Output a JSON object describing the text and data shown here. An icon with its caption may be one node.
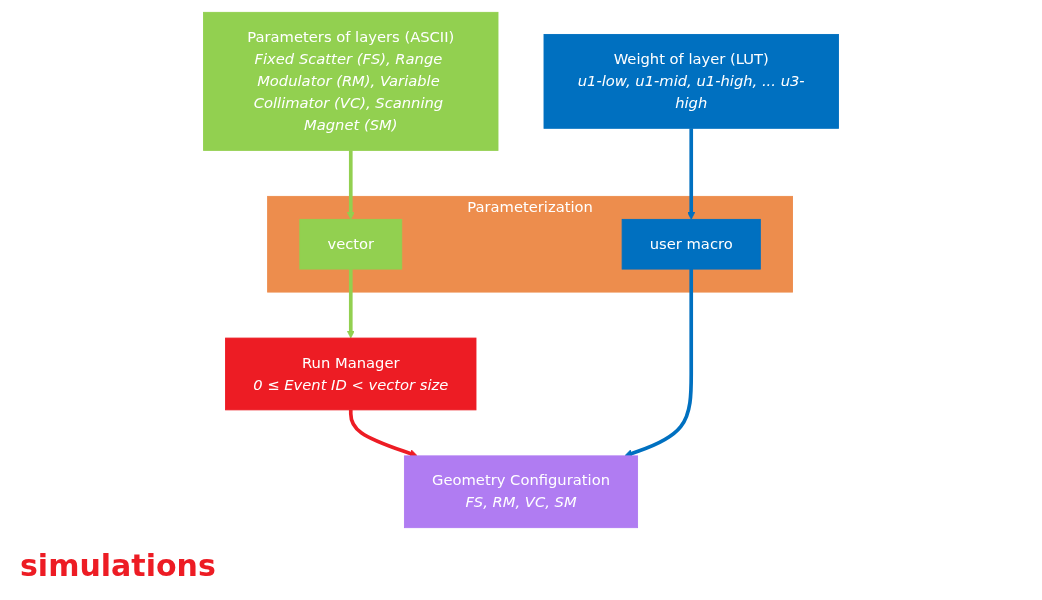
{
  "diagram": {
    "nodes": [
      {
        "text": [
          "Run Manager",
          "0 ≤ Event ID < vector size"
        ]
      },
      {
        "text": [
          "Parameters of layers (ASCII)",
          "Fixed Scatter (FS), Range Modulator (RM), Variable Collimator (VC), Scanning Magnet (SM)"
        ]
      },
      {
        "text": [
          "Parameterization"
        ]
      },
      {
        "text": [
          "vector"
        ],
        "in": 2
      },
      {
        "text": [
          "user macro"
        ],
        "in": 2
      },
      {
        "text": [
          "Weight of layer (LUT)",
          "u1-low, u1-mid, u1-high, ... u3-high"
        ]
      },
      {
        "text": [
          "Geometry Configuration",
          "FS, RM, VC, SM"
        ]
      }
    ],
    "edges": [
      {
        "from": 1,
        "to": 3,
        "arrow": "to",
        "color": "#92d050"
      },
      {
        "from": 3,
        "to": 0,
        "arrow": "to",
        "color": "#92d050"
      },
      {
        "from": 0,
        "to": 6,
        "arrow": "to",
        "color": "#ed1c24"
      },
      {
        "from": 5,
        "to": 4,
        "arrow": "to",
        "color": "#0070c0"
      },
      {
        "from": 4,
        "to": 6,
        "arrow": "to",
        "color": "#0070c0"
      }
    ],
    "labels": [
      "simulations"
    ]
  }
}
